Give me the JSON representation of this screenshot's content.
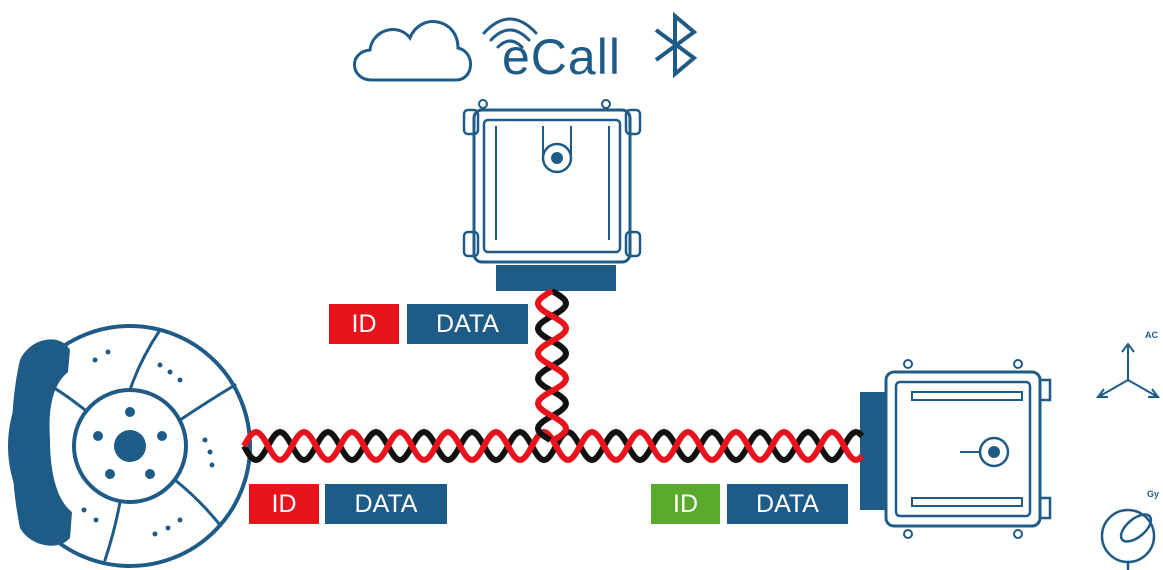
{
  "header": {
    "ecall_label": "eCall",
    "icons": [
      "cloud-icon",
      "wifi-icon",
      "bluetooth-icon"
    ]
  },
  "tags": {
    "top": {
      "id": "ID",
      "data": "DATA"
    },
    "left": {
      "id": "ID",
      "data": "DATA"
    },
    "right": {
      "id": "ID",
      "data": "DATA"
    }
  },
  "sensors": {
    "accel_label": "AC",
    "gyro_label": "Gy"
  },
  "colors": {
    "blue": "#1f5b87",
    "red": "#e8131b",
    "green": "#5aaa2e",
    "black": "#111111"
  }
}
